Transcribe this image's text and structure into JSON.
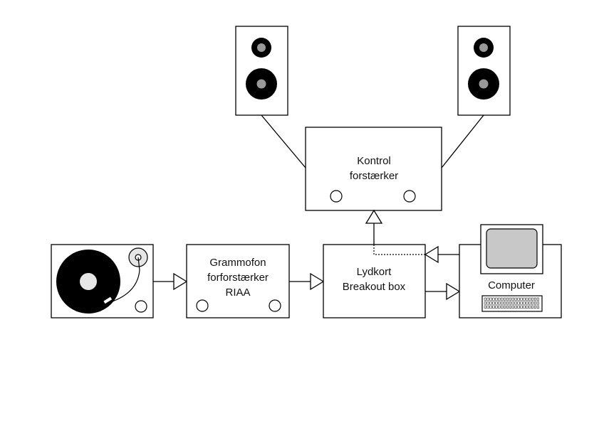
{
  "diagram": {
    "amplifier": {
      "line1": "Kontrol",
      "line2": "forstærker"
    },
    "preamp": {
      "line1": "Grammofon",
      "line2": "forforstærker",
      "line3": "RIAA"
    },
    "soundcard": {
      "line1": "Lydkort",
      "line2": "Breakout box"
    },
    "computer": {
      "label": "Computer"
    }
  },
  "colors": {
    "stroke": "#000000",
    "box_fill": "#ffffff",
    "driver_center": "#999999",
    "screen": "#c8c8c8",
    "platter_label": "#e6e6e6"
  },
  "icons": [
    "speaker-icon",
    "turntable-icon",
    "computer-icon",
    "keyboard-icon"
  ]
}
